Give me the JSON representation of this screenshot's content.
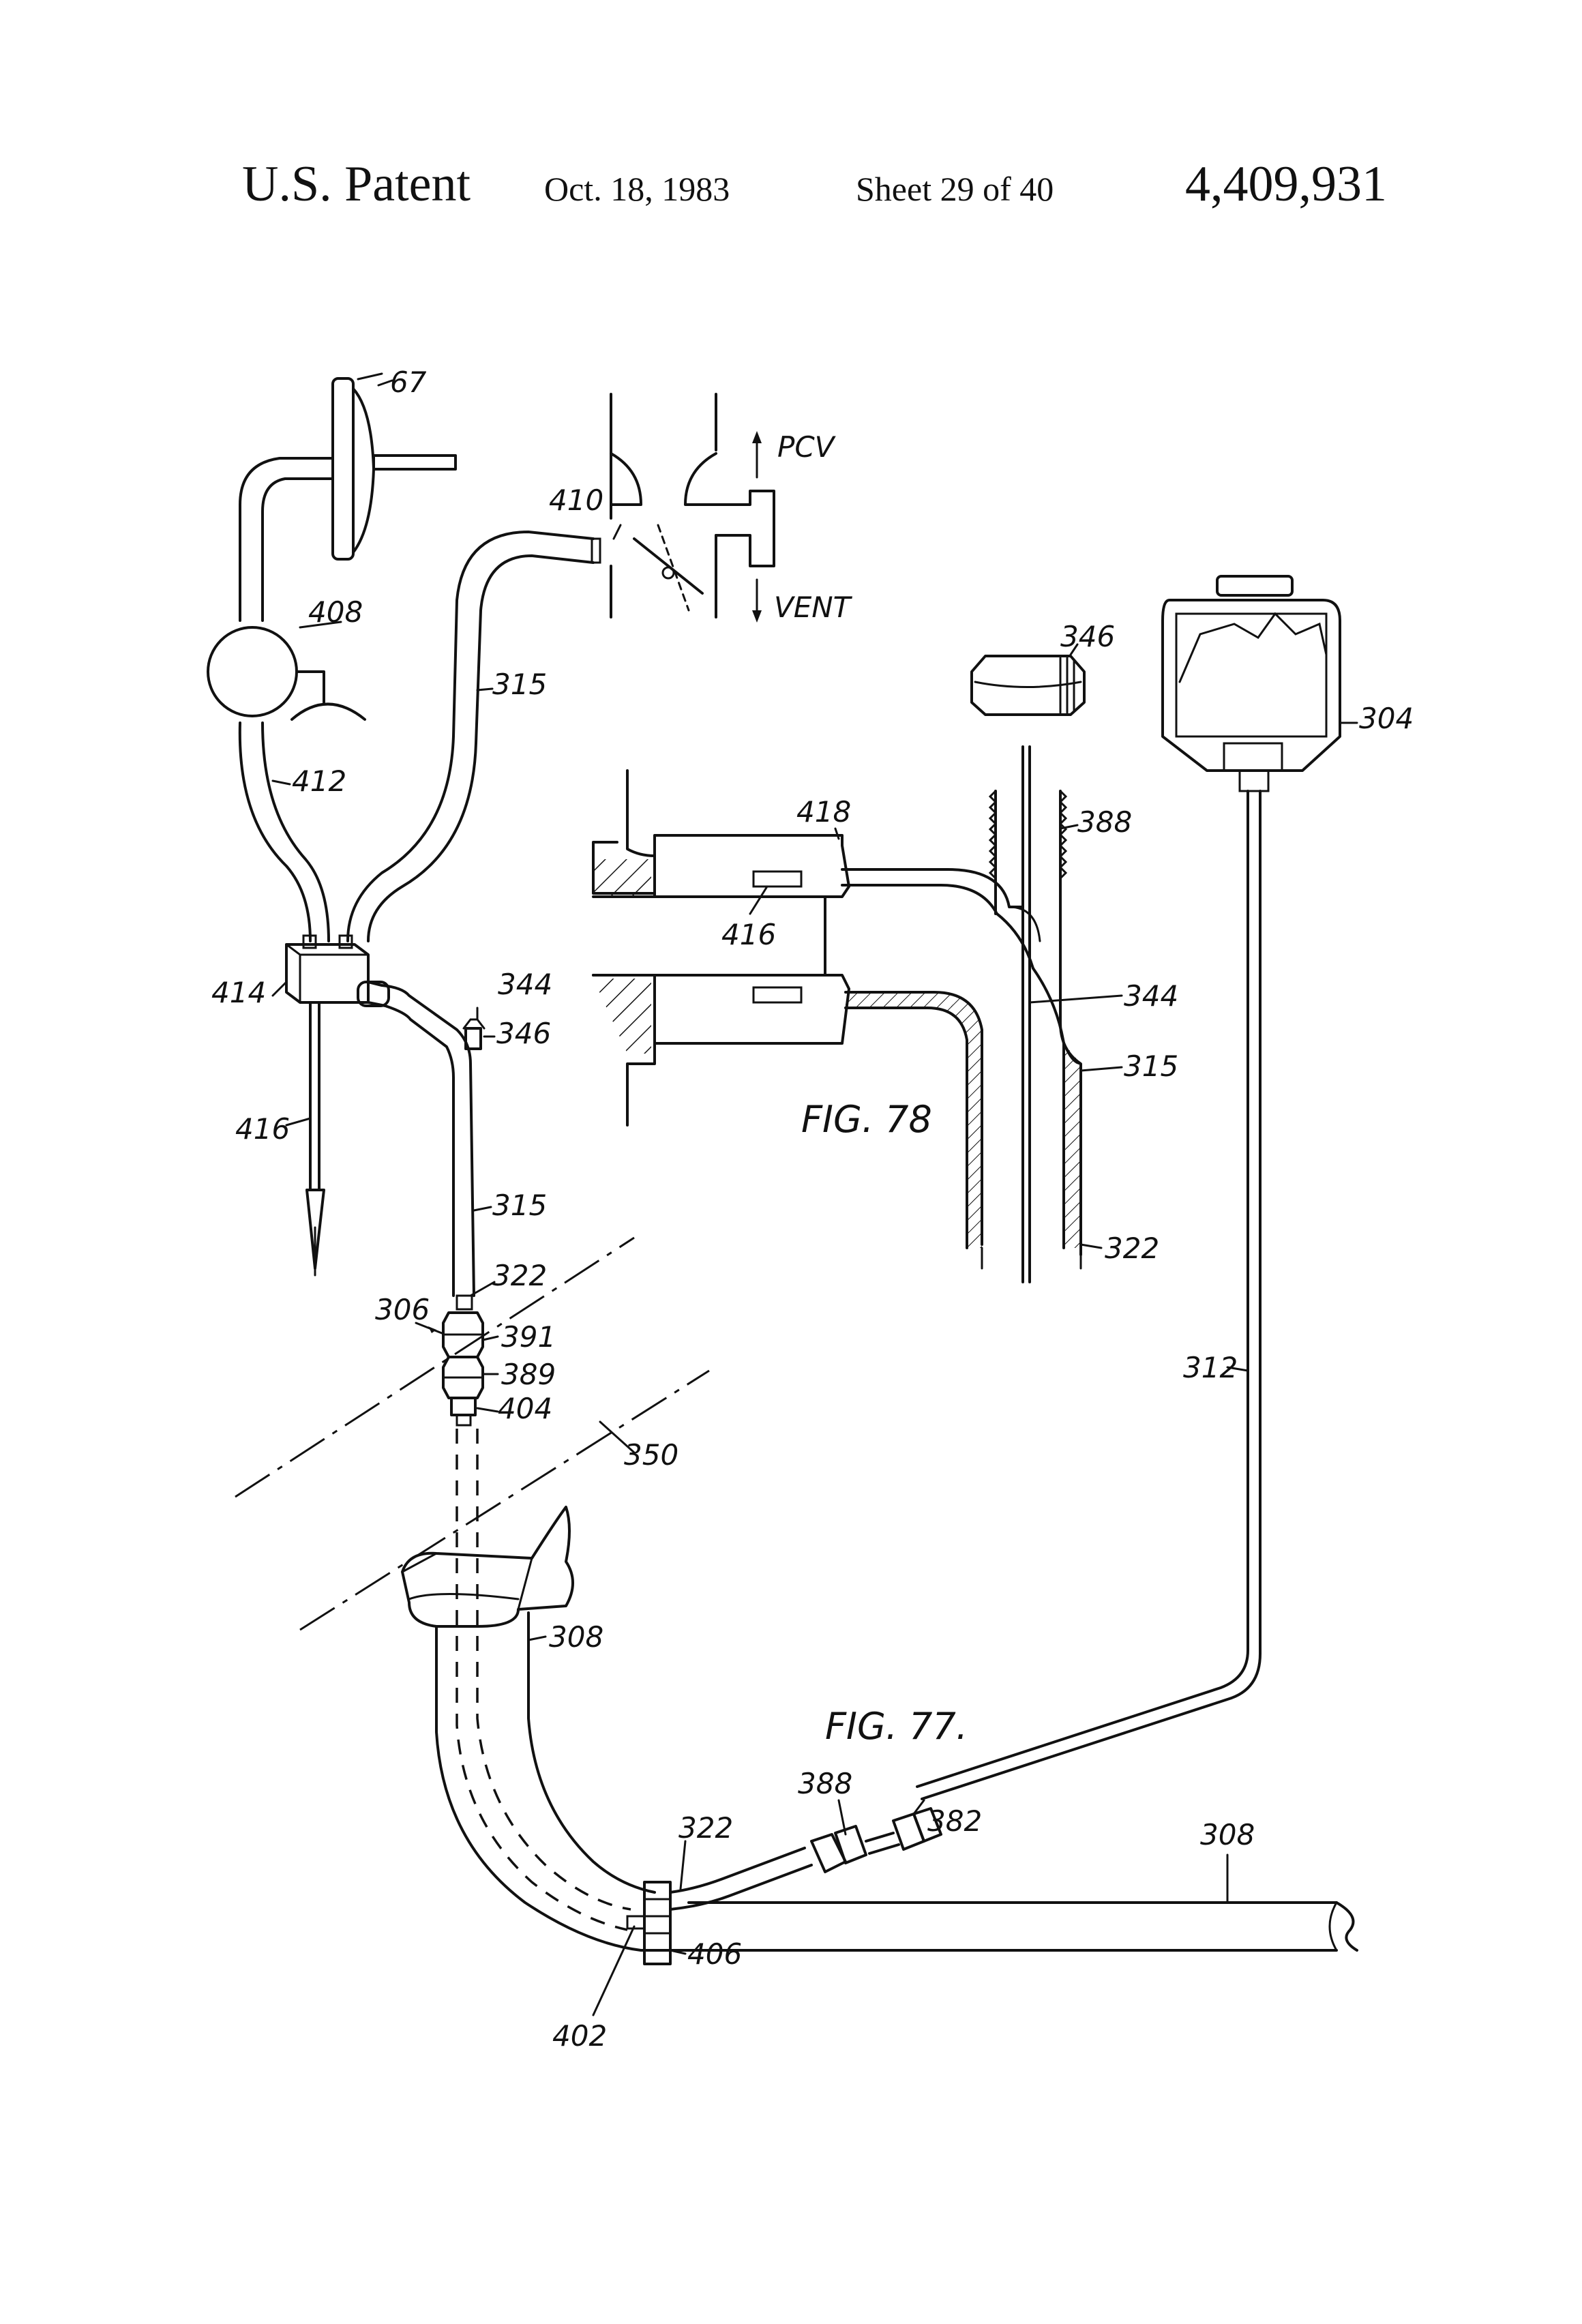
{
  "header": {
    "left": "U.S. Patent",
    "date": "Oct. 18, 1983",
    "sheet": "Sheet 29 of 40",
    "number": "4,409,931"
  },
  "figures": {
    "fig77": "FIG. 77.",
    "fig78": "FIG. 78"
  },
  "labels": {
    "l67": "67",
    "pcv": "PCV",
    "vent": "VENT",
    "l410": "410",
    "l408": "408",
    "l315a": "315",
    "l412": "412",
    "l346a": "346",
    "l304": "304",
    "l418": "418",
    "l388a": "388",
    "l416a": "416",
    "l344a": "344",
    "l315b": "315",
    "l322a": "322",
    "l414": "414",
    "l344b": "344",
    "l346b": "346",
    "l416b": "416",
    "l315c": "315",
    "l322b": "322",
    "l306": "306",
    "l391": "391",
    "l389": "389",
    "l404": "404",
    "l350": "350",
    "l312": "312",
    "l308a": "308",
    "l388b": "388",
    "l382": "382",
    "l322c": "322",
    "l308b": "308",
    "l406": "406",
    "l402": "402"
  }
}
